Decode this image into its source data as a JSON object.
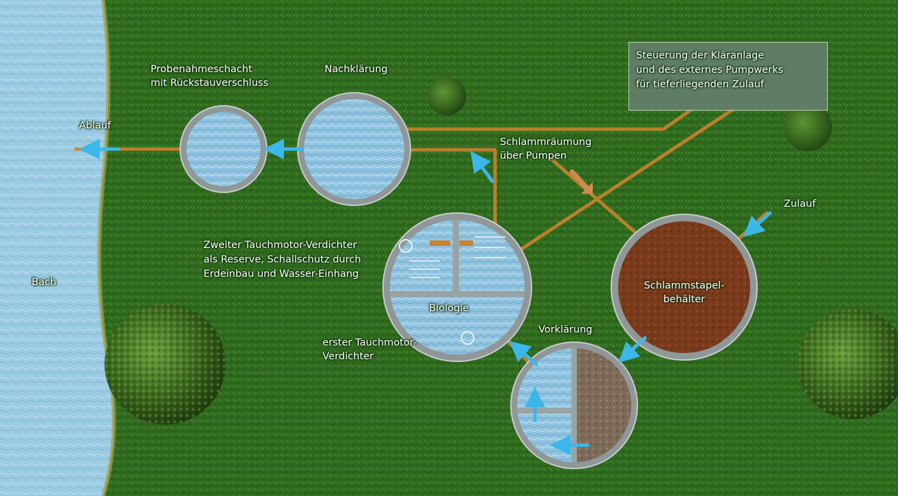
{
  "labels": {
    "probenahme": [
      "Probenahmeschacht",
      "mit Rückstauverschluss"
    ],
    "nachklaerung": "Nachklärung",
    "steuerung": [
      "Steuerung der Kläranlage",
      "und des externes Pumpwerks",
      "für tieferliegenden Zulauf"
    ],
    "ablauf": "Ablauf",
    "schlammraeumung": [
      "Schlammräumung",
      "über Pumpen"
    ],
    "zulauf": "Zulauf",
    "zweiter": [
      "Zweiter Tauchmotor-Verdichter",
      "als Reserve, Schallschutz durch",
      "Erdeinbau und Wasser-Einhang"
    ],
    "bach": "Bach",
    "biologie": "Biologie",
    "schlammstapel": [
      "Schlammstapel-",
      "behälter"
    ],
    "vorklaerung": "Vorklärung",
    "erster": [
      "erster Tauchmotor-",
      "Verdichter"
    ]
  },
  "colors": {
    "grass": "#2f6a1e",
    "stream": "#8fc0dc",
    "pipe": "#c9832e",
    "flow_arrow": "#3cb7ea",
    "sludge_arrow": "#cf8a52",
    "water": "#a8d0e6",
    "sludge": "#7a3a1c",
    "ring": "#9aa3a4"
  },
  "icons": {
    "flow": "arrow-icon",
    "tree": "tree-icon"
  }
}
